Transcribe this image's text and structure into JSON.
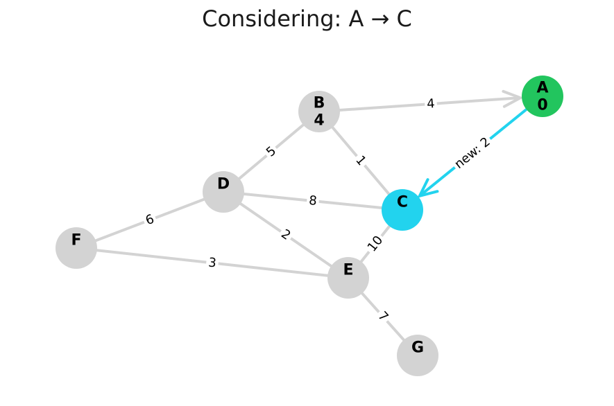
{
  "title": "Considering: A → C",
  "colors": {
    "default_node": "#d3d3d3",
    "source_node": "#22c55e",
    "active_node": "#22d3ee",
    "default_edge": "#d3d3d3",
    "active_edge": "#22d3ee"
  },
  "nodes": [
    {
      "id": "A",
      "label": "A",
      "dist": "0",
      "state": "source"
    },
    {
      "id": "B",
      "label": "B",
      "dist": "4",
      "state": "default"
    },
    {
      "id": "C",
      "label": "C",
      "dist": "",
      "state": "active"
    },
    {
      "id": "D",
      "label": "D",
      "dist": "",
      "state": "default"
    },
    {
      "id": "E",
      "label": "E",
      "dist": "",
      "state": "default"
    },
    {
      "id": "F",
      "label": "F",
      "dist": "",
      "state": "default"
    },
    {
      "id": "G",
      "label": "G",
      "dist": "",
      "state": "default"
    }
  ],
  "edges": [
    {
      "from": "B",
      "to": "A",
      "weight": "4",
      "directed": true,
      "active": false
    },
    {
      "from": "A",
      "to": "C",
      "weight": "new: 2",
      "directed": true,
      "active": true
    },
    {
      "from": "B",
      "to": "C",
      "weight": "1",
      "directed": false,
      "active": false
    },
    {
      "from": "B",
      "to": "D",
      "weight": "5",
      "directed": false,
      "active": false
    },
    {
      "from": "D",
      "to": "C",
      "weight": "8",
      "directed": false,
      "active": false
    },
    {
      "from": "D",
      "to": "E",
      "weight": "2",
      "directed": false,
      "active": false
    },
    {
      "from": "D",
      "to": "F",
      "weight": "6",
      "directed": false,
      "active": false
    },
    {
      "from": "F",
      "to": "E",
      "weight": "3",
      "directed": false,
      "active": false
    },
    {
      "from": "C",
      "to": "E",
      "weight": "10",
      "directed": false,
      "active": false
    },
    {
      "from": "E",
      "to": "G",
      "weight": "7",
      "directed": false,
      "active": false
    }
  ]
}
